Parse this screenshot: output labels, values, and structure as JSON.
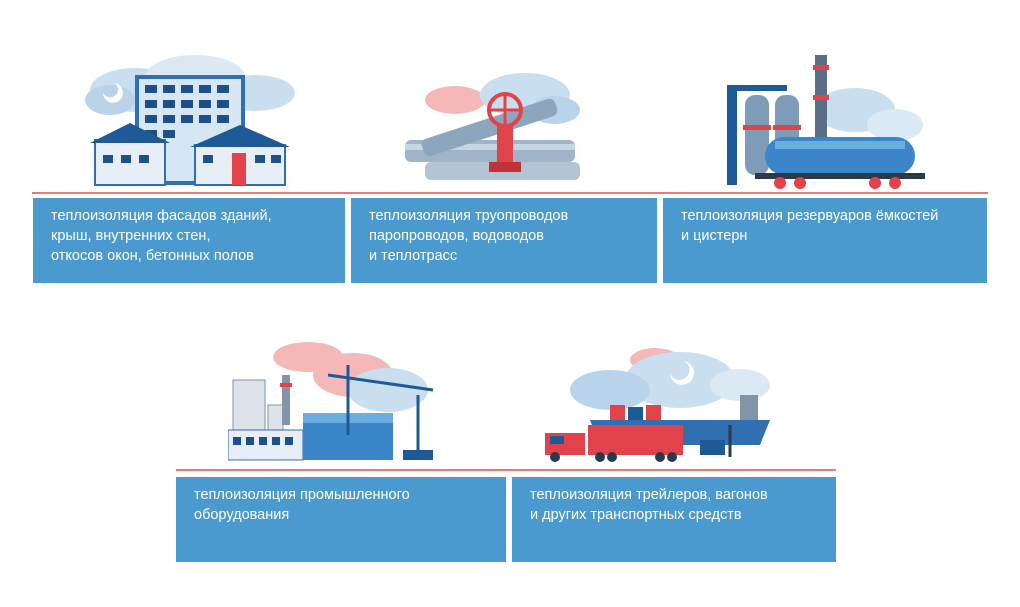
{
  "colors": {
    "card": "#4a9ad0",
    "divider": "#e87a7a",
    "cloud": "#c9dff0",
    "accent_red": "#e2424a",
    "dark_blue": "#1e5a96"
  },
  "cards": [
    {
      "lines": [
        "теплоизоляция фасадов зданий,",
        "крыш, внутренних стен,",
        "откосов окон, бетонных полов"
      ]
    },
    {
      "lines": [
        "теплоизоляция труопроводов",
        "паропроводов, водоводов",
        "и теплотрасс"
      ]
    },
    {
      "lines": [
        "теплоизоляция резервуаров ёмкостей",
        "и  цистерн"
      ]
    },
    {
      "lines": [
        "теплоизоляция промышленного",
        "оборудования"
      ]
    },
    {
      "lines": [
        "теплоизоляция трейлеров, вагонов",
        "и других транспортных средств"
      ]
    }
  ],
  "illustrations": [
    {
      "icon": "building-icon"
    },
    {
      "icon": "pipeline-valve-icon"
    },
    {
      "icon": "tank-railcar-icon"
    },
    {
      "icon": "factory-crane-icon"
    },
    {
      "icon": "transport-ship-truck-icon"
    }
  ]
}
